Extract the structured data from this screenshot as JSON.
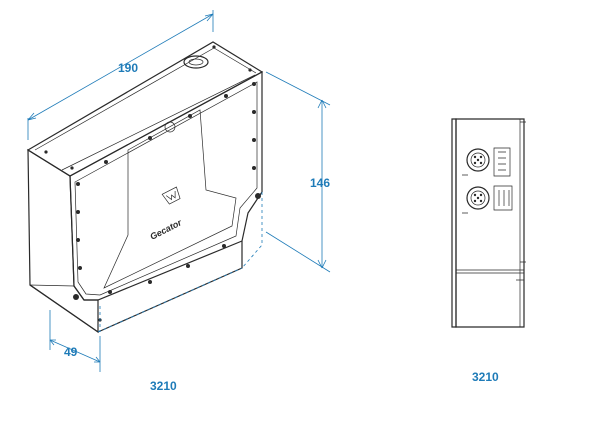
{
  "drawing": {
    "dimensions": {
      "width": "190",
      "height": "146",
      "depth": "49"
    },
    "models": {
      "left_view": "3210",
      "right_view": "3210"
    },
    "logo_text": "Gecator",
    "colors": {
      "dimension": "#1e7bb8",
      "outline": "#2a2a2a"
    }
  }
}
